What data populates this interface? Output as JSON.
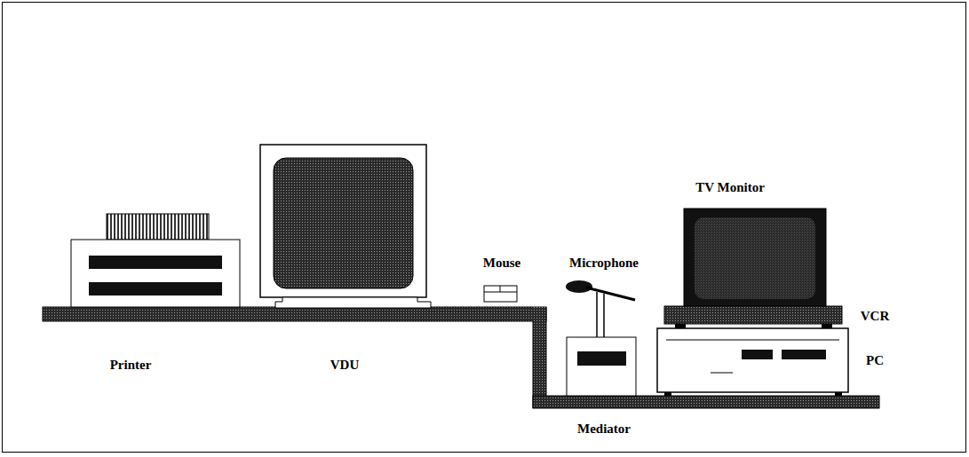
{
  "diagram": {
    "labels": [
      "TV Monitor",
      "Mouse",
      "Microphone",
      "VCR",
      "PC",
      "Printer",
      "VDU",
      "Mediator"
    ]
  }
}
